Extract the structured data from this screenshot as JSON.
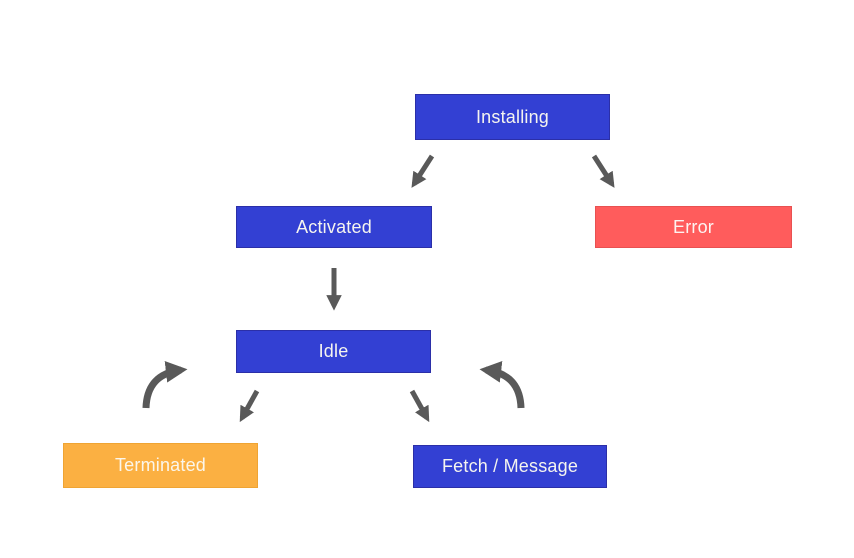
{
  "diagram": {
    "type": "state-flowchart",
    "background_color": "#ffffff",
    "arrow_color": "#595959",
    "nodes": [
      {
        "id": "installing",
        "label": "Installing",
        "fill": "#3340d3",
        "border": "#2b2fa8",
        "text_color": "#f5f4ef"
      },
      {
        "id": "activated",
        "label": "Activated",
        "fill": "#3340d3",
        "border": "#2b2fa8",
        "text_color": "#f5f4ef"
      },
      {
        "id": "error",
        "label": "Error",
        "fill": "#ff5c5c",
        "border": "#e85151",
        "text_color": "#fdf3f1"
      },
      {
        "id": "idle",
        "label": "Idle",
        "fill": "#3340d3",
        "border": "#2b2fa8",
        "text_color": "#f5f4ef"
      },
      {
        "id": "terminated",
        "label": "Terminated",
        "fill": "#fbb042",
        "border": "#efa433",
        "text_color": "#fbf6ea"
      },
      {
        "id": "fetch_message",
        "label": "Fetch / Message",
        "fill": "#3340d3",
        "border": "#2b2fa8",
        "text_color": "#f5f4ef"
      }
    ],
    "edges": [
      {
        "from": "Installing",
        "to": "Activated",
        "style": "straight-diagonal"
      },
      {
        "from": "Installing",
        "to": "Error",
        "style": "straight-diagonal"
      },
      {
        "from": "Activated",
        "to": "Idle",
        "style": "straight-vertical"
      },
      {
        "from": "Idle",
        "to": "Terminated",
        "style": "straight-diagonal"
      },
      {
        "from": "Idle",
        "to": "Fetch / Message",
        "style": "straight-diagonal"
      },
      {
        "from": "Terminated",
        "to": "Idle",
        "style": "curved"
      },
      {
        "from": "Fetch / Message",
        "to": "Idle",
        "style": "curved"
      }
    ]
  }
}
